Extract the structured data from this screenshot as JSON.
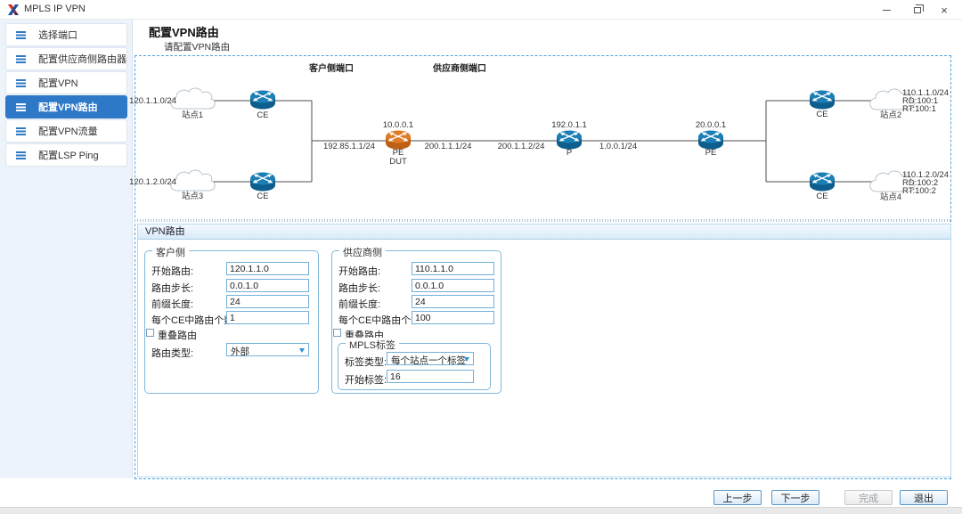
{
  "window": {
    "title": "MPLS IP VPN",
    "close_glyph": "×"
  },
  "sidebar": {
    "items": [
      {
        "label": "选择端口"
      },
      {
        "label": "配置供应商侧路由器"
      },
      {
        "label": "配置VPN"
      },
      {
        "label": "配置VPN路由"
      },
      {
        "label": "配置VPN流量"
      },
      {
        "label": "配置LSP Ping"
      }
    ],
    "selected_index": 3
  },
  "page": {
    "title": "配置VPN路由",
    "subtitle": "请配置VPN路由"
  },
  "topology": {
    "customer_port_label": "客户侧端口",
    "provider_port_label": "供应商侧端口",
    "left_sites": [
      {
        "subnet": "120.1.1.0/24",
        "name": "站点1"
      },
      {
        "subnet": "120.1.2.0/24",
        "name": "站点3"
      }
    ],
    "right_sites": [
      {
        "name": "站点2",
        "subnet": "110.1.1.0/24",
        "rd": "RD:100:1",
        "rt": "RT:100:1"
      },
      {
        "name": "站点4",
        "subnet": "110.1.2.0/24",
        "rd": "RD:100:2",
        "rt": "RT:100:2"
      }
    ],
    "ce_label": "CE",
    "pe_dut": {
      "ip": "10.0.0.1",
      "label": "PE",
      "sublabel": "DUT"
    },
    "p": {
      "ip": "192.0.1.1",
      "label": "P"
    },
    "pe": {
      "ip": "20.0.0.1",
      "label": "PE"
    },
    "links": {
      "ce_pe": "192.85.1.1/24",
      "pe_p_left": "200.1.1.1/24",
      "pe_p_right": "200.1.1.2/24",
      "p_pe": "1.0.0.1/24"
    }
  },
  "panel": {
    "title": "VPN路由",
    "customer": {
      "legend": "客户侧",
      "start_route_label": "开始路由:",
      "start_route": "120.1.1.0",
      "route_step_label": "路由步长:",
      "route_step": "0.0.1.0",
      "prefix_len_label": "前缀长度:",
      "prefix_len": "24",
      "routes_per_ce_label": "每个CE中路由个数:",
      "routes_per_ce": "1",
      "overlap_label": "重叠路由",
      "route_type_label": "路由类型:",
      "route_type": "外部"
    },
    "provider": {
      "legend": "供应商侧",
      "start_route_label": "开始路由:",
      "start_route": "110.1.1.0",
      "route_step_label": "路由步长:",
      "route_step": "0.0.1.0",
      "prefix_len_label": "前缀长度:",
      "prefix_len": "24",
      "routes_per_ce_label": "每个CE中路由个数:",
      "routes_per_ce": "100",
      "overlap_label": "重叠路由",
      "mpls": {
        "legend": "MPLS标签",
        "label_type_label": "标签类型:",
        "label_type": "每个站点一个标签",
        "start_label_label": "开始标签:",
        "start_label": "16"
      }
    }
  },
  "footer": {
    "prev": "上一步",
    "next": "下一步",
    "finish": "完成",
    "exit": "退出"
  },
  "colors": {
    "accent_blue": "#2e78c8",
    "router_blue": "#1b7fb5",
    "router_orange": "#e07b28",
    "dashed_border": "#4da3dd"
  }
}
